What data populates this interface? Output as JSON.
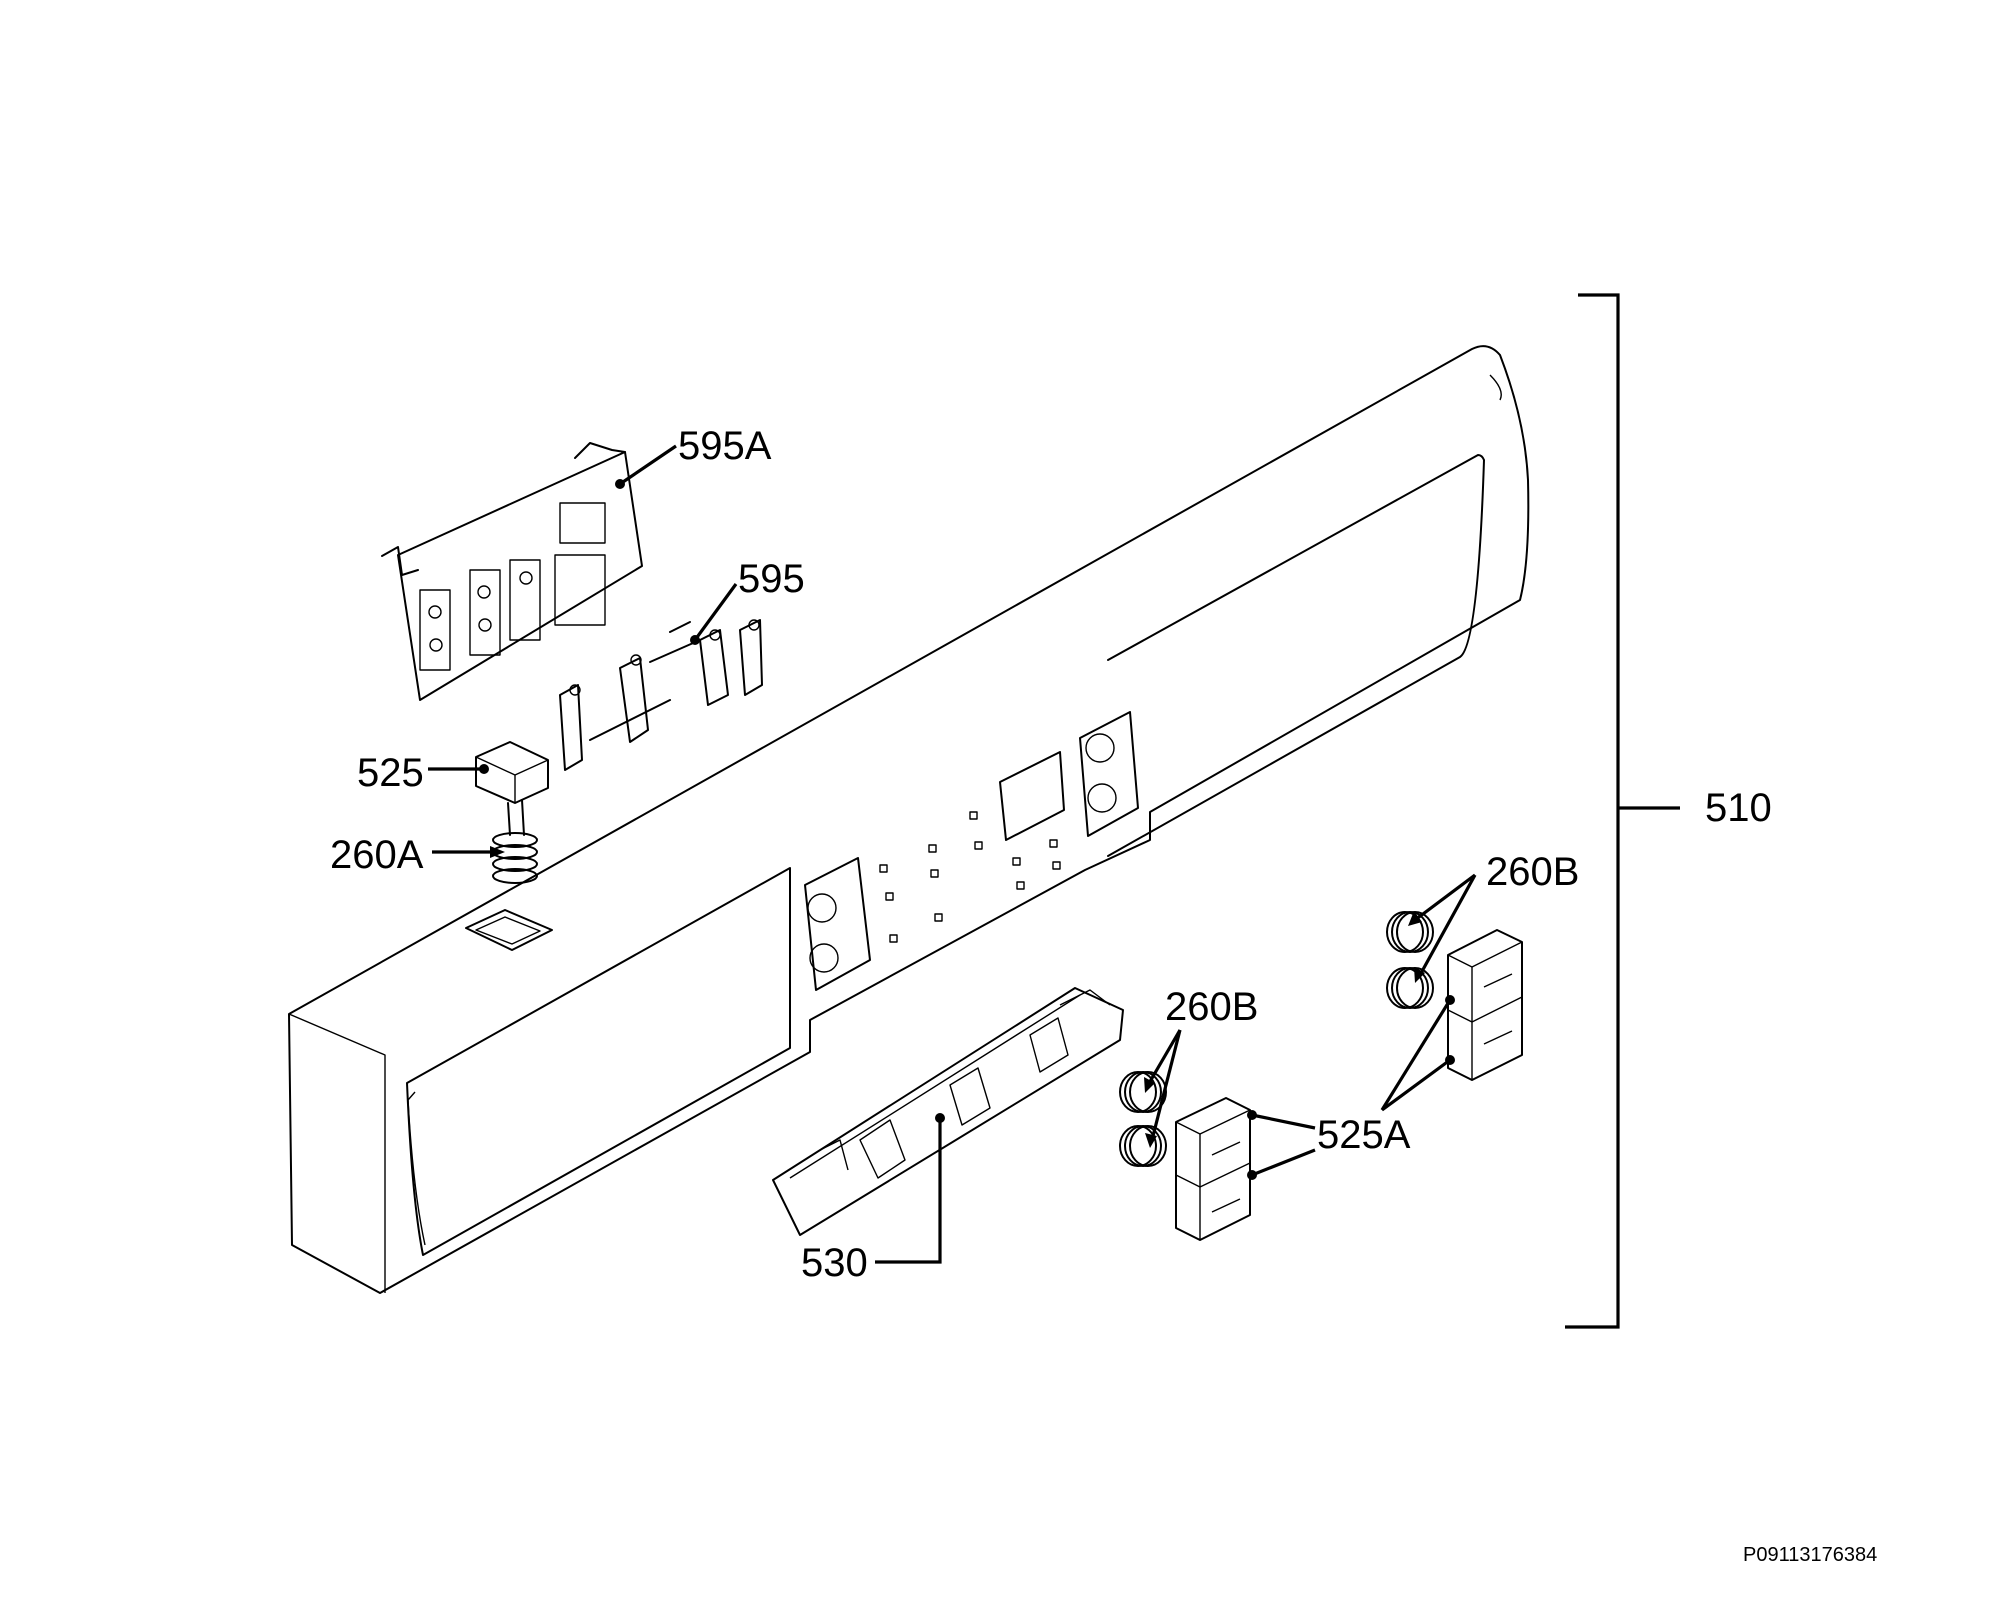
{
  "labels": {
    "l_595A": "595A",
    "l_595": "595",
    "l_525": "525",
    "l_260A": "260A",
    "l_510": "510",
    "l_260B_right": "260B",
    "l_260B_mid": "260B",
    "l_525A": "525A",
    "l_530": "530"
  },
  "footer_code": "P09113176384"
}
